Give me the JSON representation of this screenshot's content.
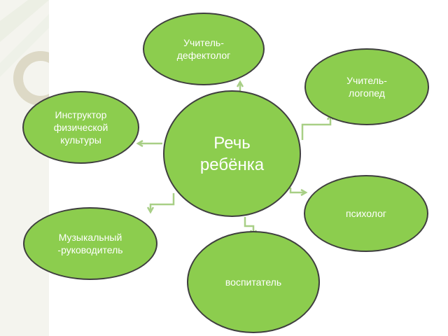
{
  "diagram": {
    "center": {
      "label": "Речь\nребёнка"
    },
    "nodes": {
      "defectologist": "Учитель-\nдефектолог",
      "speech_therapist": "Учитель-\nлогопед",
      "pe_instructor": "Инструктор\nфизической\nкультуры",
      "psychologist": "психолог",
      "music_director": "Музыкальный\n-руководитель",
      "educator": "воспитатель"
    }
  },
  "colors": {
    "node_fill": "#8ccd4e",
    "node_border": "#3f3f3f",
    "node_text": "#ffffff",
    "connector": "#a8cf86"
  }
}
